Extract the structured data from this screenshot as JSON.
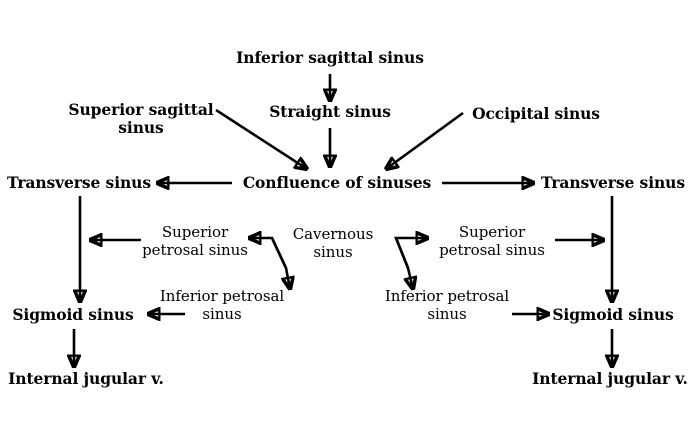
{
  "diagram": {
    "title": "Dural venous sinus drainage flowchart",
    "background_color": "#ffffff",
    "stroke_color": "#000000",
    "nodes": [
      {
        "id": "inferior-sagittal-sinus",
        "label": "Inferior sagittal sinus",
        "style": "bold"
      },
      {
        "id": "superior-sagittal-sinus",
        "label": "Superior sagittal\nsinus",
        "style": "bold"
      },
      {
        "id": "straight-sinus",
        "label": "Straight sinus",
        "style": "bold"
      },
      {
        "id": "occipital-sinus",
        "label": "Occipital sinus",
        "style": "bold"
      },
      {
        "id": "transverse-sinus-left",
        "label": "Transverse sinus",
        "style": "bold"
      },
      {
        "id": "confluence-of-sinuses",
        "label": "Confluence of sinuses",
        "style": "bold"
      },
      {
        "id": "transverse-sinus-right",
        "label": "Transverse sinus",
        "style": "bold"
      },
      {
        "id": "superior-petrosal-sinus-left",
        "label": "Superior\npetrosal sinus",
        "style": "plain"
      },
      {
        "id": "cavernous-sinus",
        "label": "Cavernous\nsinus",
        "style": "plain"
      },
      {
        "id": "superior-petrosal-sinus-right",
        "label": "Superior\npetrosal sinus",
        "style": "plain"
      },
      {
        "id": "inferior-petrosal-sinus-left",
        "label": "Inferior petrosal\nsinus",
        "style": "plain"
      },
      {
        "id": "inferior-petrosal-sinus-right",
        "label": "Inferior petrosal\nsinus",
        "style": "plain"
      },
      {
        "id": "sigmoid-sinus-left",
        "label": "Sigmoid sinus",
        "style": "bold"
      },
      {
        "id": "sigmoid-sinus-right",
        "label": "Sigmoid sinus",
        "style": "bold"
      },
      {
        "id": "internal-jugular-vein-left",
        "label": "Internal jugular v.",
        "style": "bold"
      },
      {
        "id": "internal-jugular-vein-right",
        "label": "Internal jugular v.",
        "style": "bold"
      }
    ],
    "edges": [
      {
        "from": "inferior-sagittal-sinus",
        "to": "straight-sinus"
      },
      {
        "from": "straight-sinus",
        "to": "confluence-of-sinuses"
      },
      {
        "from": "superior-sagittal-sinus",
        "to": "confluence-of-sinuses"
      },
      {
        "from": "occipital-sinus",
        "to": "confluence-of-sinuses"
      },
      {
        "from": "confluence-of-sinuses",
        "to": "transverse-sinus-left"
      },
      {
        "from": "confluence-of-sinuses",
        "to": "transverse-sinus-right"
      },
      {
        "from": "transverse-sinus-left",
        "to": "sigmoid-sinus-left"
      },
      {
        "from": "transverse-sinus-right",
        "to": "sigmoid-sinus-right"
      },
      {
        "from": "cavernous-sinus",
        "to": "superior-petrosal-sinus-left"
      },
      {
        "from": "cavernous-sinus",
        "to": "superior-petrosal-sinus-right"
      },
      {
        "from": "cavernous-sinus",
        "to": "inferior-petrosal-sinus-left"
      },
      {
        "from": "cavernous-sinus",
        "to": "inferior-petrosal-sinus-right"
      },
      {
        "from": "superior-petrosal-sinus-left",
        "to": "transverse-sinus-left-descender"
      },
      {
        "from": "superior-petrosal-sinus-right",
        "to": "transverse-sinus-right-descender"
      },
      {
        "from": "inferior-petrosal-sinus-left",
        "to": "sigmoid-sinus-left"
      },
      {
        "from": "inferior-petrosal-sinus-right",
        "to": "sigmoid-sinus-right"
      },
      {
        "from": "sigmoid-sinus-left",
        "to": "internal-jugular-vein-left"
      },
      {
        "from": "sigmoid-sinus-right",
        "to": "internal-jugular-vein-right"
      }
    ]
  }
}
